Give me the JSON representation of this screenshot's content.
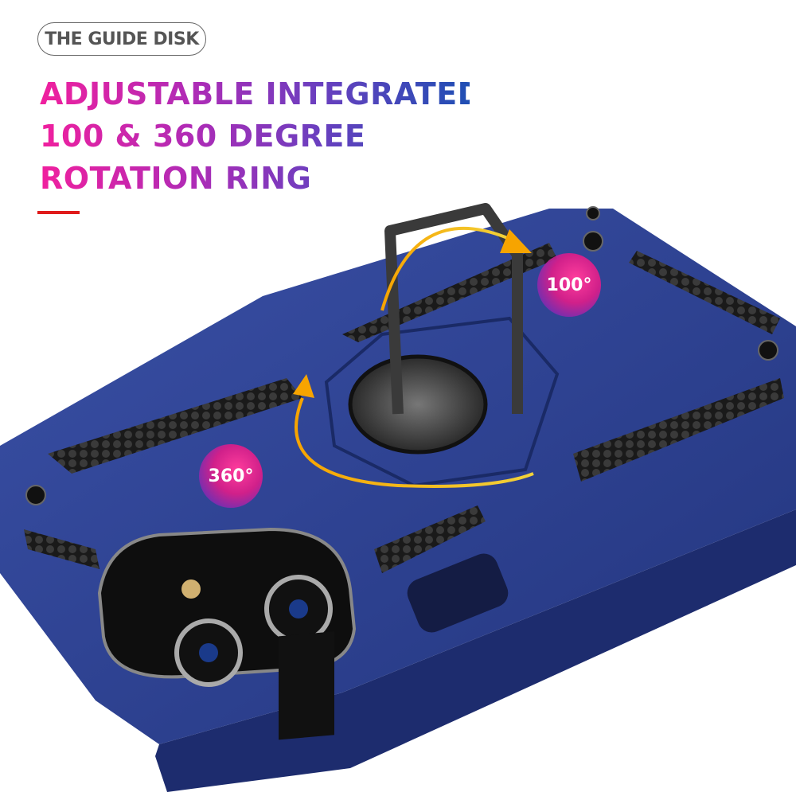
{
  "tag_label": "THE GUIDE DISK",
  "headline": {
    "line1": "ADJUSTABLE INTEGRATED",
    "line2": "100 & 360 DEGREE",
    "line3": "ROTATION RING"
  },
  "badges": {
    "rotation_100": "100°",
    "rotation_360": "360°"
  },
  "colors": {
    "case_blue": "#2c3f8e",
    "accent_red": "#e01b1b",
    "arrow_orange": "#f7a400",
    "badge_pink": "#e0248f"
  }
}
